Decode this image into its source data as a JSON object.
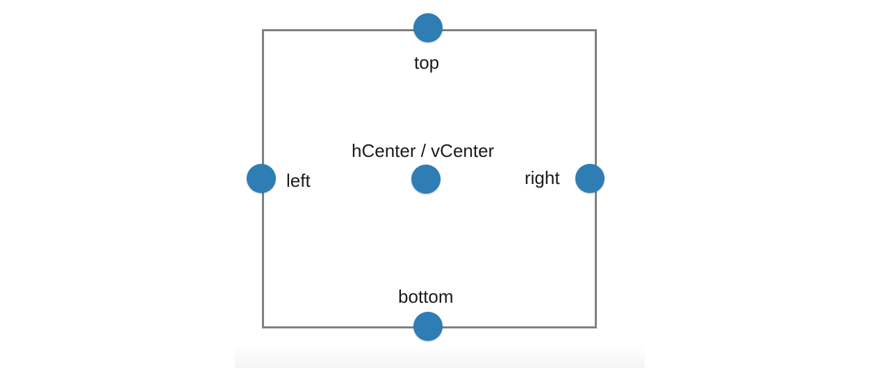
{
  "labels": {
    "top": "top",
    "bottom": "bottom",
    "left": "left",
    "right": "right",
    "center": "hCenter / vCenter"
  },
  "colors": {
    "anchor": "#2e7db5",
    "frame": "#808080",
    "text": "#1a1a1a"
  }
}
